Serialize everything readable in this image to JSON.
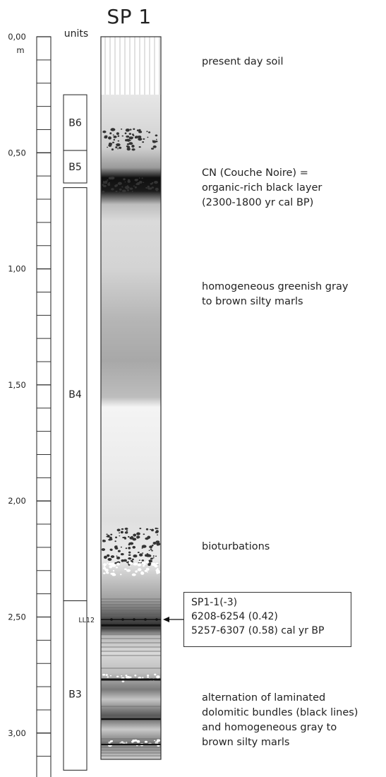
{
  "title": "SP 1",
  "units_header": "units",
  "depth_axis": {
    "unit": "m",
    "labels": [
      {
        "depth": 0.0,
        "text": "0,00"
      },
      {
        "depth": 0.5,
        "text": "0,50"
      },
      {
        "depth": 1.0,
        "text": "1,00"
      },
      {
        "depth": 1.5,
        "text": "1,50"
      },
      {
        "depth": 2.0,
        "text": "2,00"
      },
      {
        "depth": 2.5,
        "text": "2,50"
      },
      {
        "depth": 3.0,
        "text": "3,00"
      }
    ],
    "max_depth": 3.2
  },
  "units": [
    {
      "label": "B6",
      "top": 0.25,
      "bottom": 0.49
    },
    {
      "label": "B5",
      "top": 0.49,
      "bottom": 0.63
    },
    {
      "label": "B4",
      "top": 0.65,
      "bottom": 2.43
    },
    {
      "label": "B3",
      "top": 2.43,
      "bottom": 3.16
    }
  ],
  "marker": {
    "label": "LL12",
    "depth": 2.53
  },
  "descriptions": [
    {
      "depth": 0.12,
      "lines": [
        "present day soil"
      ]
    },
    {
      "depth": 0.6,
      "lines": [
        "CN (Couche Noire) =",
        "organic-rich black layer",
        "(2300-1800 yr cal BP)"
      ]
    },
    {
      "depth": 1.09,
      "lines": [
        "homogeneous greenish gray",
        "to brown silty marls"
      ]
    },
    {
      "depth": 2.21,
      "lines": [
        "bioturbations"
      ]
    },
    {
      "depth": 2.86,
      "lines": [
        "alternation of laminated",
        "dolomitic bundles (black lines)",
        "and homogeneous gray to",
        "brown silty marls"
      ]
    }
  ],
  "sample": {
    "lines": [
      "SP1-1(-3)",
      "6208-6254 (0.42)",
      "5257-6307 (0.58) cal yr BP"
    ]
  }
}
